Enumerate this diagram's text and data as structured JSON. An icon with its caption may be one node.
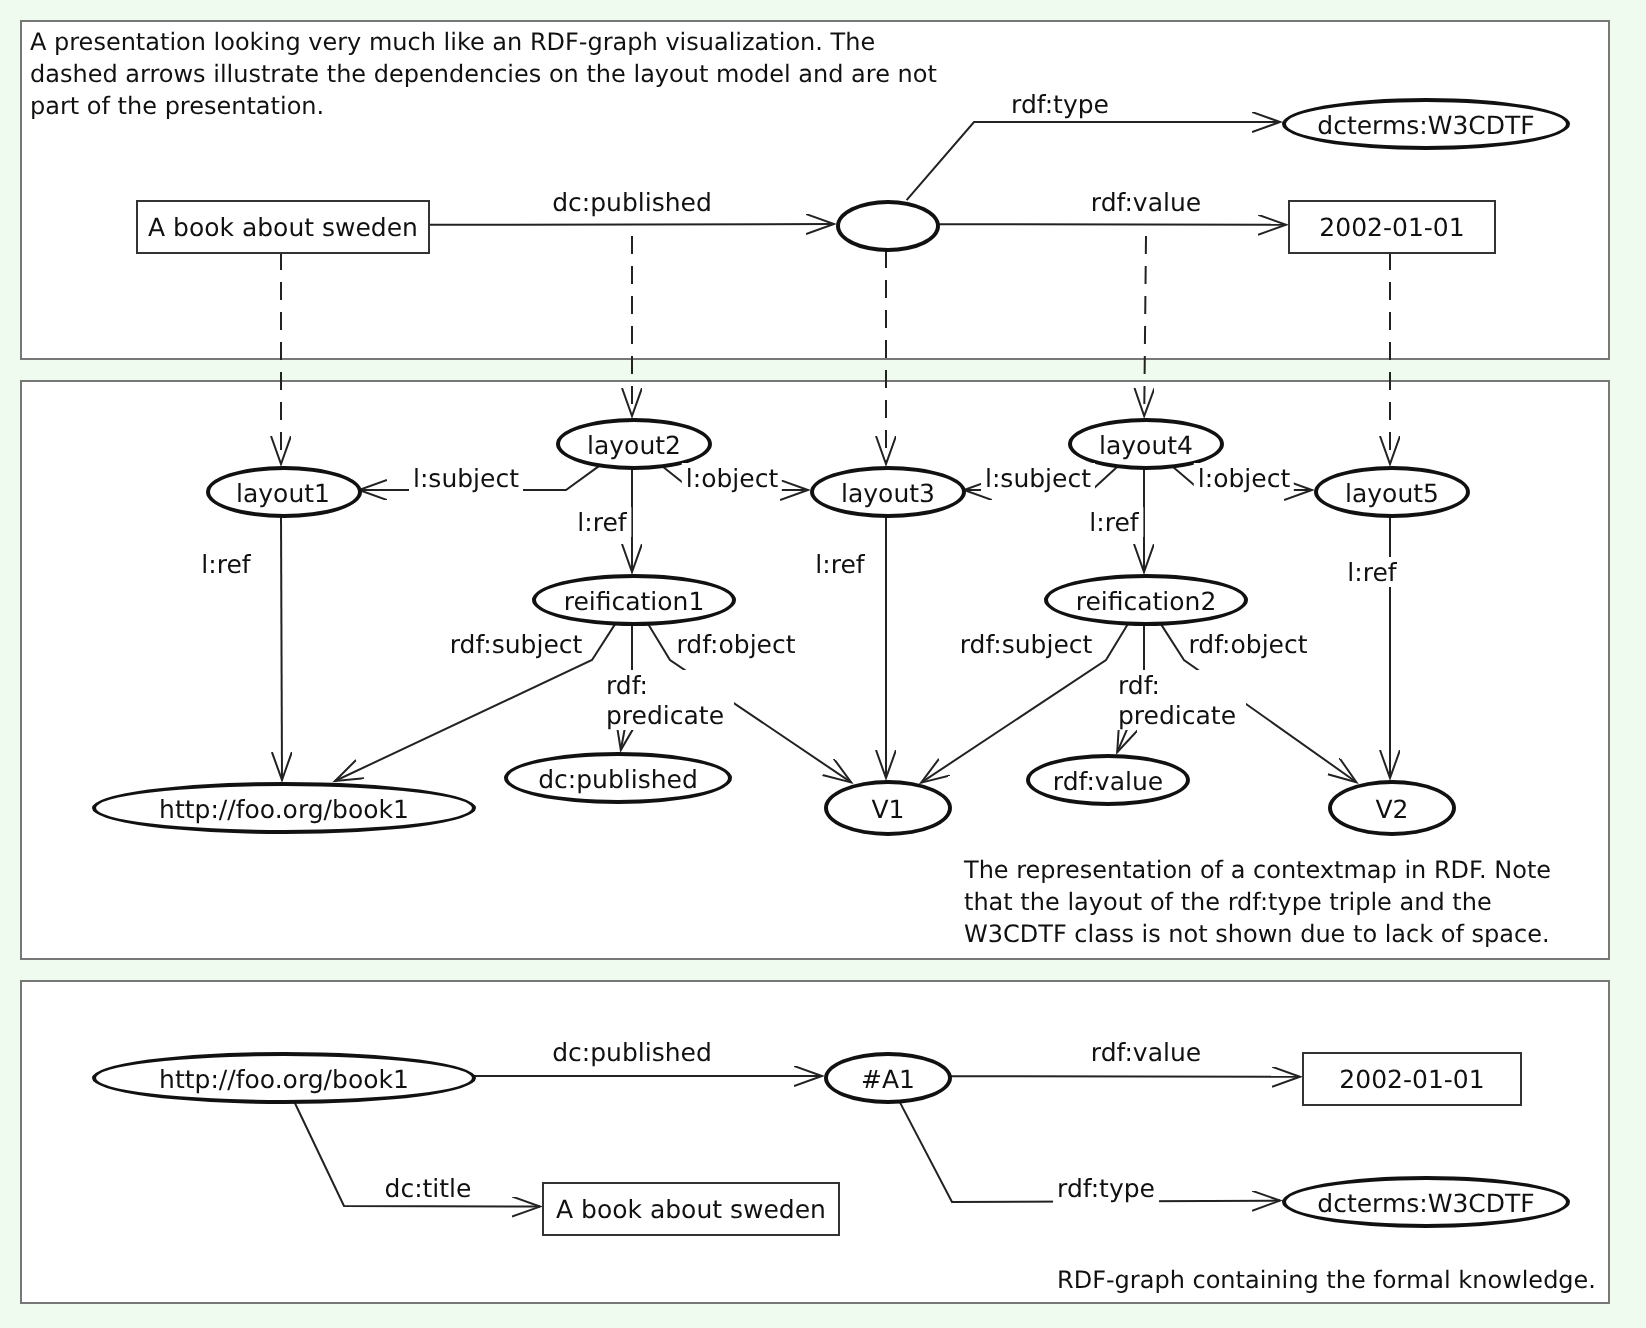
{
  "diagram": {
    "nodes": [
      {
        "text": [
          "A presentation looking very much like an RDF-graph visualization. The dashed arrows illustrate the dependencies on the layout model and are not part of the presentation."
        ]
      },
      {
        "text": [
          "A book about sweden"
        ],
        "in": 0
      },
      {
        "text": [],
        "shape": "ellipse",
        "in": 0
      },
      {
        "text": [
          "2002-01-01"
        ],
        "in": 0
      },
      {
        "text": [
          "dcterms:W3CDTF"
        ],
        "in": 0
      },
      {
        "text": [
          "The representation of a contextmap in RDF. Note that the layout of the rdf:type triple and the W3CDTF class is not shown due to lack of space."
        ]
      },
      {
        "text": [
          "layout1"
        ],
        "in": 5
      },
      {
        "text": [
          "layout2"
        ],
        "in": 5
      },
      {
        "text": [
          "layout3"
        ],
        "in": 5
      },
      {
        "text": [
          "layout4"
        ],
        "in": 5
      },
      {
        "text": [
          "layout5"
        ],
        "in": 5
      },
      {
        "text": [
          "reification1"
        ],
        "in": 5
      },
      {
        "text": [
          "reification2"
        ],
        "in": 5
      },
      {
        "text": [
          "http://foo.org/book1"
        ],
        "in": 5
      },
      {
        "text": [
          "dc:published"
        ],
        "in": 5
      },
      {
        "text": [
          "V1"
        ],
        "in": 5
      },
      {
        "text": [
          "rdf:value"
        ],
        "in": 5
      },
      {
        "text": [
          "V2"
        ],
        "in": 5
      },
      {
        "text": [
          "RDF-graph containing the formal knowledge."
        ]
      },
      {
        "text": [
          "http://foo.org/book1"
        ],
        "in": 18
      },
      {
        "text": [
          "#A1"
        ],
        "in": 18
      },
      {
        "text": [
          "2002-01-01"
        ],
        "in": 18
      },
      {
        "text": [
          "A book about sweden"
        ],
        "in": 18
      },
      {
        "text": [
          "dcterms:W3CDTF"
        ],
        "in": 18
      }
    ],
    "edges": [
      {
        "from": 1,
        "to": 2,
        "arrow": "to",
        "label": "dc:published"
      },
      {
        "from": 2,
        "to": 3,
        "arrow": "to",
        "label": "rdf:value"
      },
      {
        "from": 2,
        "to": 4,
        "arrow": "to",
        "label": "rdf:type"
      },
      {
        "from": 1,
        "to": 6,
        "arrow": "to",
        "style": "dashed"
      },
      {
        "from": null,
        "to": 7,
        "arrow": "to",
        "style": "dashed"
      },
      {
        "from": 2,
        "to": 8,
        "arrow": "to",
        "style": "dashed"
      },
      {
        "from": null,
        "to": 9,
        "arrow": "to",
        "style": "dashed"
      },
      {
        "from": 3,
        "to": 10,
        "arrow": "to",
        "style": "dashed"
      },
      {
        "from": 7,
        "to": 6,
        "arrow": "to",
        "label": "l:subject"
      },
      {
        "from": 7,
        "to": 8,
        "arrow": "to",
        "label": "l:object"
      },
      {
        "from": 7,
        "to": 11,
        "arrow": "to",
        "label": "l:ref"
      },
      {
        "from": 6,
        "to": 13,
        "arrow": "to",
        "label": "l:ref"
      },
      {
        "from": 11,
        "to": 13,
        "arrow": "to",
        "label": "rdf:subject"
      },
      {
        "from": 11,
        "to": 14,
        "arrow": "to",
        "label": "rdf: predicate"
      },
      {
        "from": 11,
        "to": 15,
        "arrow": "to",
        "label": "rdf:object"
      },
      {
        "from": 9,
        "to": 8,
        "arrow": "to",
        "label": "l:subject"
      },
      {
        "from": 9,
        "to": 10,
        "arrow": "to",
        "label": "l:object"
      },
      {
        "from": 9,
        "to": 12,
        "arrow": "to",
        "label": "l:ref"
      },
      {
        "from": 8,
        "to": 15,
        "arrow": "to",
        "label": "l:ref"
      },
      {
        "from": 12,
        "to": 15,
        "arrow": "to",
        "label": "rdf:subject"
      },
      {
        "from": 12,
        "to": 16,
        "arrow": "to",
        "label": "rdf: predicate"
      },
      {
        "from": 12,
        "to": 17,
        "arrow": "to",
        "label": "rdf:object"
      },
      {
        "from": 10,
        "to": 17,
        "arrow": "to",
        "label": "l:ref"
      },
      {
        "from": 19,
        "to": 20,
        "arrow": "to",
        "label": "dc:published"
      },
      {
        "from": 20,
        "to": 21,
        "arrow": "to",
        "label": "rdf:value"
      },
      {
        "from": 19,
        "to": 22,
        "arrow": "to",
        "label": "dc:title"
      },
      {
        "from": 20,
        "to": 23,
        "arrow": "to",
        "label": "rdf:type"
      }
    ]
  }
}
